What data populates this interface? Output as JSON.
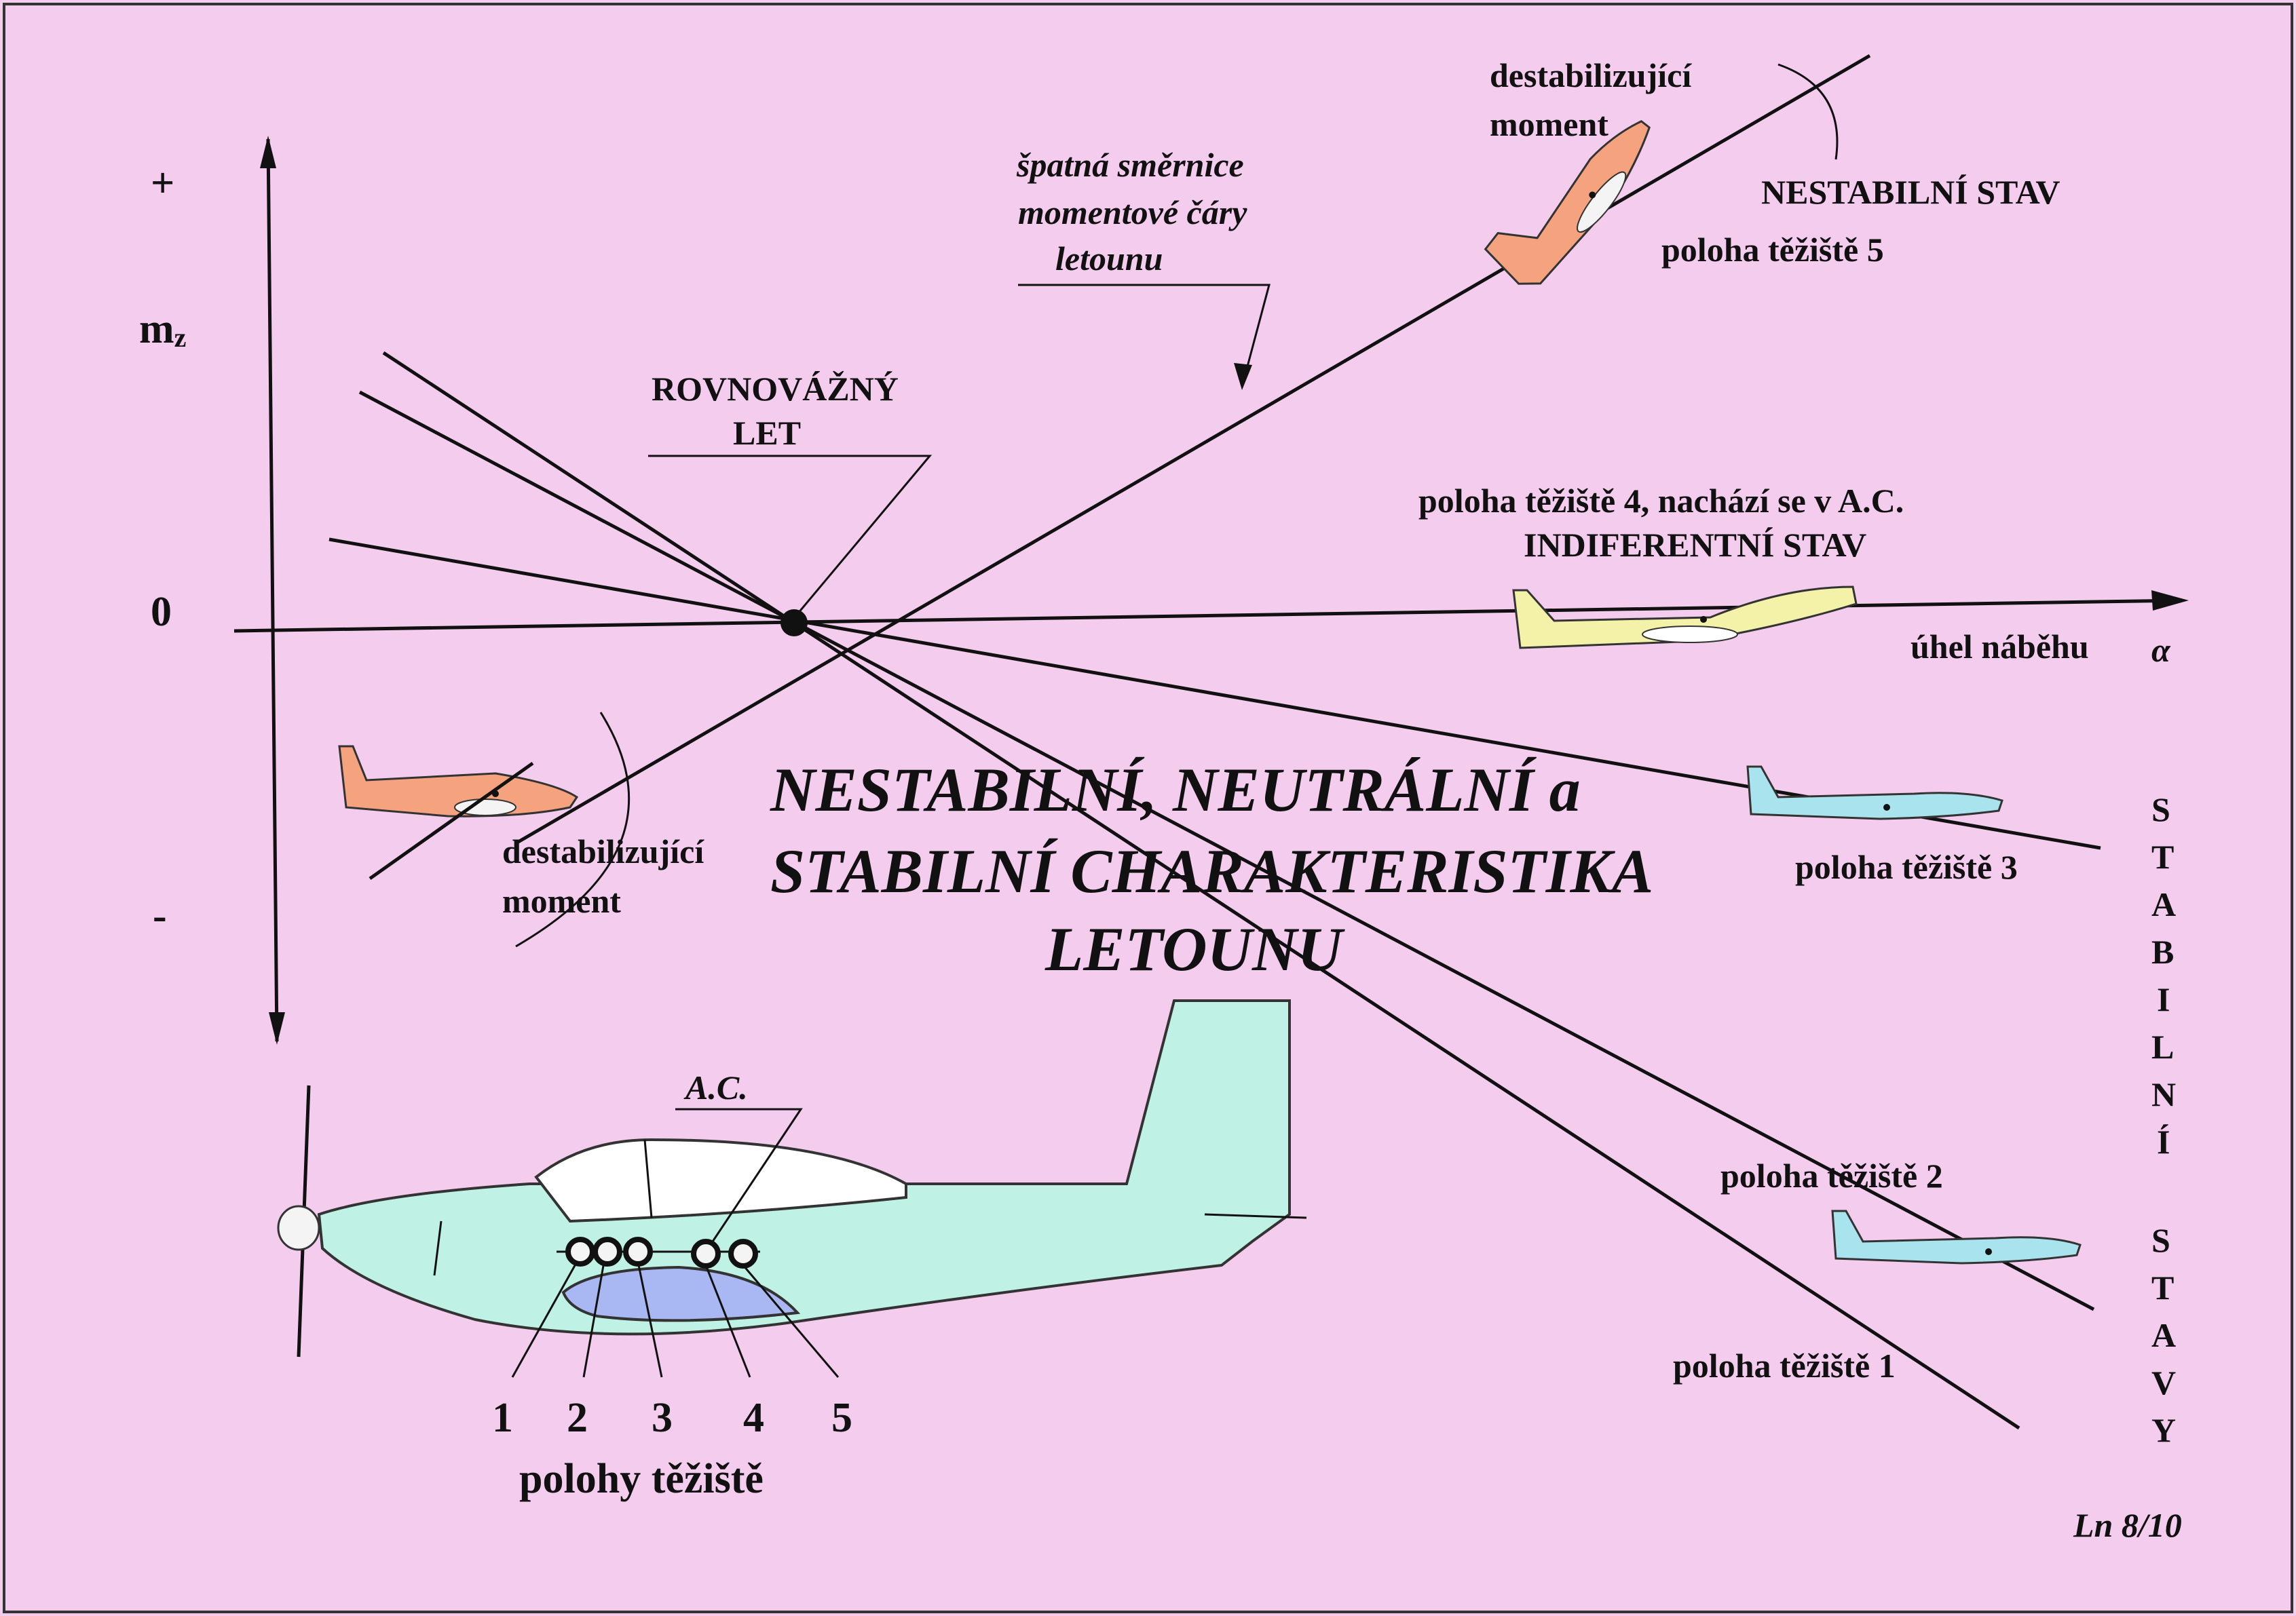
{
  "axes": {
    "plus": "+",
    "minus": "-",
    "zero": "0",
    "y_label_main": "m",
    "y_label_sub": "z",
    "x_label": "úhel náběhu",
    "x_symbol": "α"
  },
  "equilibrium": {
    "line1": "ROVNOVÁŽNÝ",
    "line2": "LET"
  },
  "slope_note": {
    "line1": "špatná směrnice",
    "line2": "momentové čáry",
    "line3": "letounu"
  },
  "top_right": {
    "moment_line1": "destabilizující",
    "moment_line2": "moment",
    "state": "NESTABILNÍ  STAV",
    "cg": "poloha  těžiště  5"
  },
  "middle_right": {
    "cg": "poloha  těžiště  4, nachází se v A.C.",
    "state": "INDIFERENTNÍ  STAV"
  },
  "left_plane": {
    "moment_line1": "destabilizující",
    "moment_line2": "moment"
  },
  "title": {
    "line1": "NESTABILNÍ, NEUTRÁLNÍ a",
    "line2": "STABILNÍ  CHARAKTERISTIKA",
    "line3": "LETOUNU"
  },
  "cg3": "poloha  těžiště 3",
  "cg2": "poloha těžiště  2",
  "cg1": "poloha těžiště  1",
  "stable_vertical": [
    "S",
    "T",
    "A",
    "B",
    "I",
    "L",
    "N",
    "Í",
    "",
    "S",
    "T",
    "A",
    "V",
    "Y"
  ],
  "big_plane": {
    "ac": "A.C.",
    "numbers": [
      "1",
      "2",
      "3",
      "4",
      "5"
    ],
    "caption": "polohy  těžiště"
  },
  "footer": "Ln 8/10",
  "colors": {
    "background": "#f4cdee",
    "plane_unstable": "#f5a27e",
    "plane_neutral": "#f3f2a8",
    "plane_stable": "#a9e3ee",
    "plane_big": "#bff2e4",
    "wing_big": "#a9b8f2"
  }
}
